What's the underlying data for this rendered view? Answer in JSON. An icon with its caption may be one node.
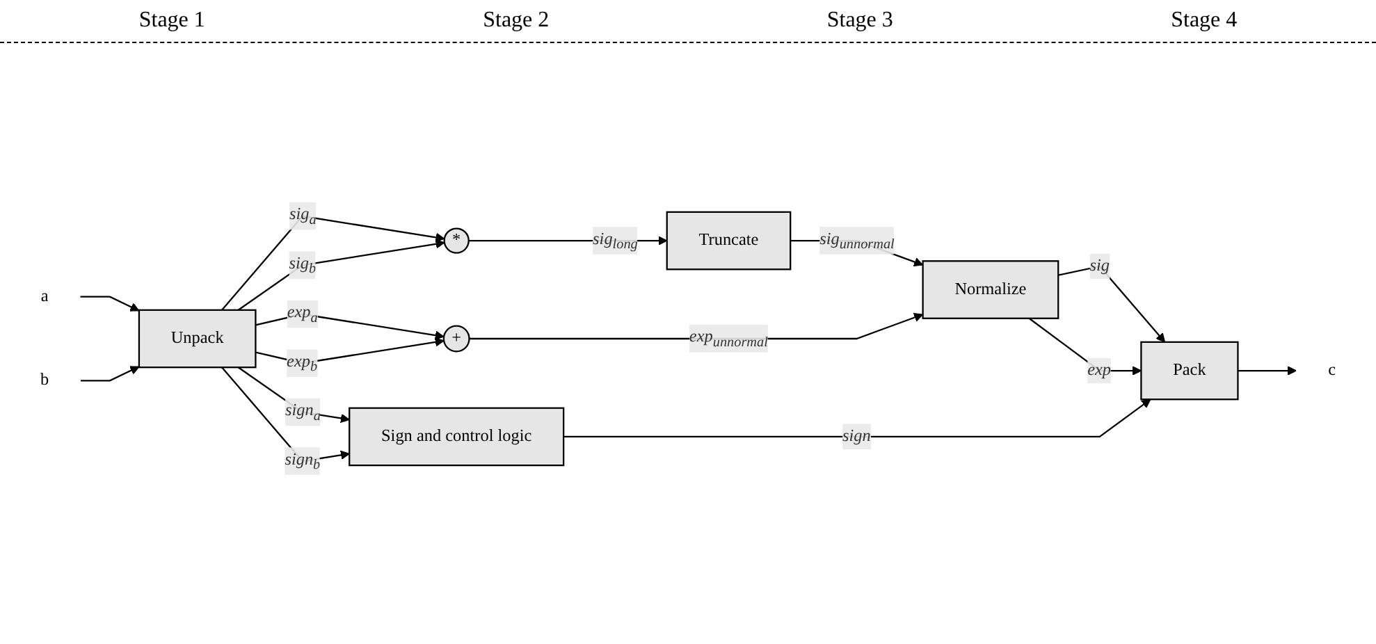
{
  "diagram": {
    "nodes": [
      {
        "text": [
          "a"
        ]
      },
      {
        "text": [
          "b"
        ]
      },
      {
        "text": [
          "Unpack"
        ]
      },
      {
        "text": [
          "*"
        ]
      },
      {
        "text": [
          "+"
        ]
      },
      {
        "text": [
          "Truncate"
        ]
      },
      {
        "text": [
          "Normalize"
        ]
      },
      {
        "text": [
          "Sign and control logic"
        ]
      },
      {
        "text": [
          "Pack"
        ]
      },
      {
        "text": [
          "c"
        ]
      }
    ],
    "edges": [
      {
        "from": 0,
        "to": 2,
        "arrow": "to"
      },
      {
        "from": 1,
        "to": 2,
        "arrow": "to"
      },
      {
        "from": 2,
        "to": 3,
        "label": "sig$_{a}$",
        "arrow": "to"
      },
      {
        "from": 2,
        "to": 3,
        "label": "sig$_{b}$",
        "arrow": "to"
      },
      {
        "from": 2,
        "to": 4,
        "label": "exp$_{a}$",
        "arrow": "to"
      },
      {
        "from": 2,
        "to": 4,
        "label": "exp$_{b}$",
        "arrow": "to"
      },
      {
        "from": 2,
        "to": 7,
        "label": "sign$_{a}$",
        "arrow": "to"
      },
      {
        "from": 2,
        "to": 7,
        "label": "sign$_{b}$",
        "arrow": "to"
      },
      {
        "from": 3,
        "to": 5,
        "label": "sig$_{long}$",
        "arrow": "to"
      },
      {
        "from": 5,
        "to": 6,
        "label": "sig$_{unnormal}$",
        "arrow": "to"
      },
      {
        "from": 4,
        "to": 6,
        "label": "exp$_{unnormal}$",
        "arrow": "to"
      },
      {
        "from": 6,
        "to": 8,
        "label": "sig",
        "arrow": "to"
      },
      {
        "from": 6,
        "to": 8,
        "label": "exp",
        "arrow": "to"
      },
      {
        "from": 7,
        "to": 8,
        "label": "sign",
        "arrow": "to"
      },
      {
        "from": 8,
        "to": 9,
        "arrow": "to"
      }
    ],
    "labels": [
      "Stage 1",
      "Stage 2",
      "Stage 3",
      "Stage 4"
    ]
  }
}
